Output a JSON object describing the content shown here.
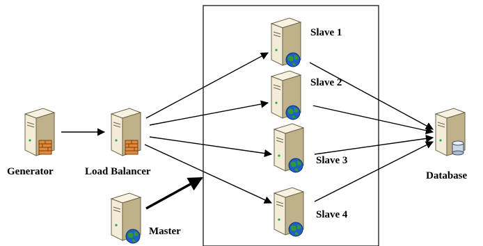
{
  "diagram": {
    "nodes": {
      "generator": {
        "label": "Generator",
        "badge": "firewall"
      },
      "load_balancer": {
        "label": "Load Balancer",
        "badge": "firewall"
      },
      "master": {
        "label": "Master",
        "badge": "globe"
      },
      "slave1": {
        "label": "Slave 1",
        "badge": "globe"
      },
      "slave2": {
        "label": "Slave 2",
        "badge": "globe"
      },
      "slave3": {
        "label": "Slave 3",
        "badge": "globe"
      },
      "slave4": {
        "label": "Slave 4",
        "badge": "globe"
      },
      "database": {
        "label": "Database",
        "badge": "database-cylinder"
      }
    },
    "edges": [
      {
        "from": "generator",
        "to": "load_balancer"
      },
      {
        "from": "load_balancer",
        "to": "slave1"
      },
      {
        "from": "load_balancer",
        "to": "slave2"
      },
      {
        "from": "load_balancer",
        "to": "slave3"
      },
      {
        "from": "load_balancer",
        "to": "slave4"
      },
      {
        "from": "master",
        "to": "slave-group",
        "style": "bold"
      },
      {
        "from": "slave1",
        "to": "database"
      },
      {
        "from": "slave2",
        "to": "database"
      },
      {
        "from": "slave3",
        "to": "database"
      },
      {
        "from": "slave4",
        "to": "database"
      }
    ],
    "colors": {
      "server_body": "#f2ecd8",
      "server_shadow": "#bfb28a",
      "globe_blue": "#1f5fc6",
      "globe_green": "#2f9a2f",
      "firewall_orange": "#e08a3a"
    }
  }
}
